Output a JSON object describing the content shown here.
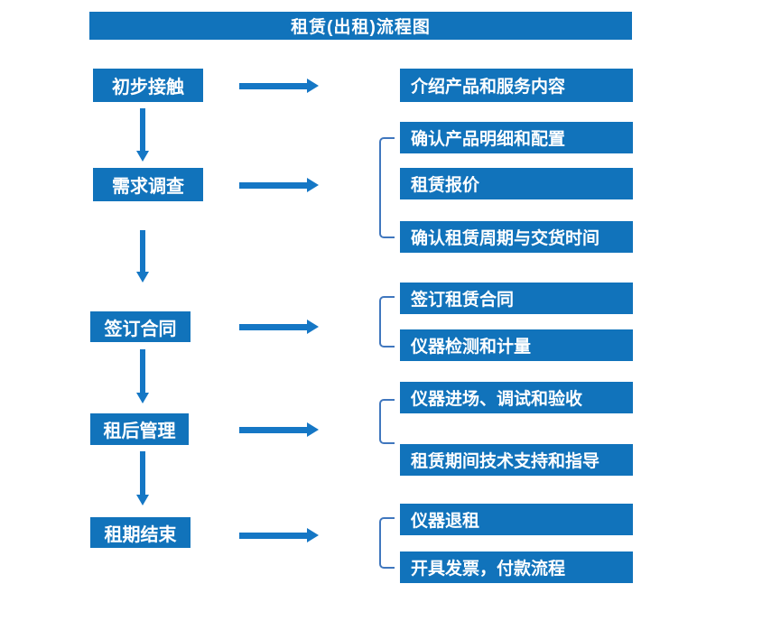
{
  "title": "租赁(出租)流程图",
  "colors": {
    "box": "#1173BB",
    "arrow": "#1577C5",
    "bracket": "#4077BE",
    "text": "#FFFFFF",
    "background": "#FFFFFF"
  },
  "stages": [
    {
      "label": "初步接触",
      "outputs": [
        "介绍产品和服务内容"
      ]
    },
    {
      "label": "需求调查",
      "outputs": [
        "确认产品明细和配置",
        "租赁报价",
        "确认租赁周期与交货时间"
      ]
    },
    {
      "label": "签订合同",
      "outputs": [
        "签订租赁合同",
        "仪器检测和计量"
      ]
    },
    {
      "label": "租后管理",
      "outputs": [
        "仪器进场、调试和验收",
        "租赁期间技术支持和指导"
      ]
    },
    {
      "label": "租期结束",
      "outputs": [
        "仪器退租",
        "开具发票，付款流程"
      ]
    }
  ]
}
